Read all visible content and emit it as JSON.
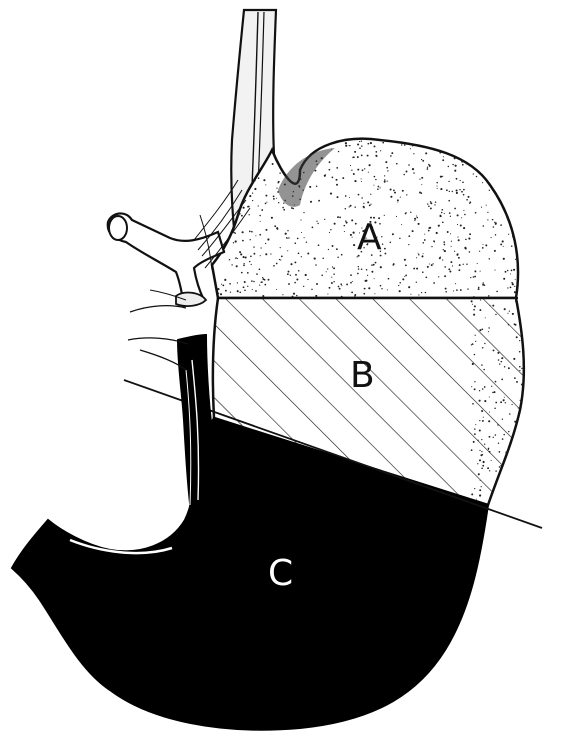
{
  "labels": {
    "a": "A",
    "b": "B",
    "c": "C"
  },
  "colors": {
    "ink": "#111111",
    "paper": "#ffffff",
    "stipple": "#222222"
  }
}
